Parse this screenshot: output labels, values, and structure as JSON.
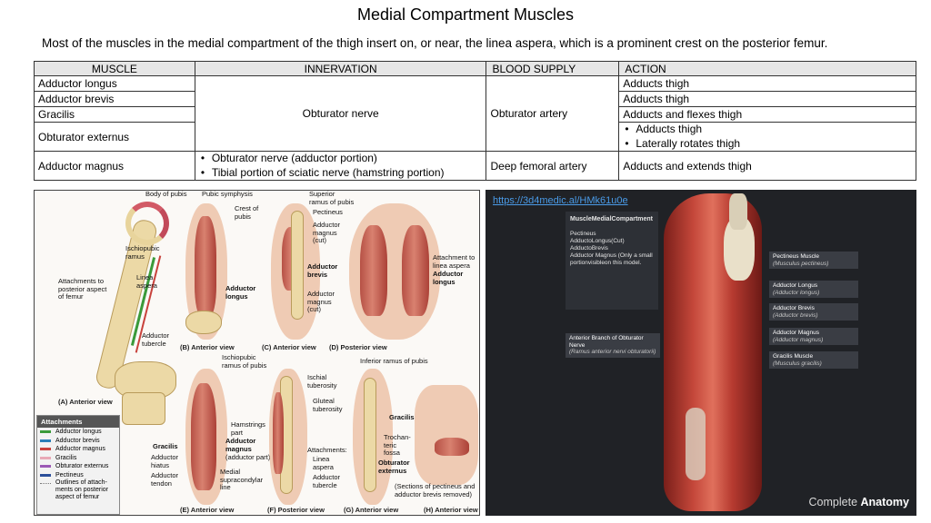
{
  "title": "Medial Compartment Muscles",
  "subtitle": "Most of the muscles in the medial compartment of the thigh insert on, or near, the linea aspera, which is a prominent crest on the posterior femur.",
  "table": {
    "headers": [
      "MUSCLE",
      "INNERVATION",
      "BLOOD SUPPLY",
      "ACTION"
    ],
    "muscles": [
      "Adductor longus",
      "Adductor brevis",
      "Gracilis",
      "Obturator externus",
      "Adductor magnus"
    ],
    "innervation_shared": "Obturator nerve",
    "innervation_magnus": [
      "Obturator nerve (adductor portion)",
      "Tibial portion of sciatic nerve (hamstring portion)"
    ],
    "blood_shared": "Obturator artery",
    "blood_magnus": "Deep femoral artery",
    "actions": [
      "Adducts thigh",
      "Adducts thigh",
      "Adducts and flexes thigh",
      "Adducts and extends thigh"
    ],
    "actions_externus": [
      "Adducts thigh",
      "Laterally rotates thigh"
    ]
  },
  "figure_left": {
    "labels": {
      "body_of_pubis": "Body of pubis",
      "ischiopubic_ramus": "Ischiopubic ramus",
      "attachments_posterior": "Attachments to posterior aspect of femur",
      "linea_aspera": "Linea aspera",
      "adductor_tubercle": "Adductor tubercle",
      "pubic_symphysis": "Pubic symphysis",
      "crest_of_pubis": "Crest of pubis",
      "adductor_longus_b": "Adductor longus",
      "superior_ramus": "Superior ramus of pubis",
      "pectineus": "Pectineus",
      "adductor_magnus_cut": "Adductor magnus (cut)",
      "adductor_brevis": "Adductor brevis",
      "adductor_magnus_cut2": "Adductor magnus (cut)",
      "attachment_linea": "Attachment to linea aspera",
      "adductor_longus_d": "Adductor longus",
      "ischiopubic_ramus_e": "Ischiopubic ramus of pubis",
      "ischial_tuberosity": "Ischial tuberosity",
      "gluteal_tuberosity": "Gluteal tuberosity",
      "hamstrings_part": "Hamstrings part",
      "adductor_magnus_e": "Adductor magnus",
      "adductor_part": "(adductor part)",
      "gracilis_e": "Gracilis",
      "adductor_hiatus": "Adductor hiatus",
      "adductor_tendon": "Adductor tendon",
      "medial_supracondylar": "Medial supracondylar line",
      "attachments_f": "Attachments:",
      "linea_aspera_f": "Linea aspera",
      "adductor_tubercle_f": "Adductor tubercle",
      "inferior_ramus": "Inferior ramus of pubis",
      "gracilis_g": "Gracilis",
      "trochanteric_fossa": "Trochan- teric fossa",
      "obturator_externus": "Obturator externus",
      "sections_note": "(Sections of pectineus and adductor brevis removed)"
    },
    "views": {
      "a": "(A) Anterior view",
      "b": "(B) Anterior view",
      "c": "(C) Anterior view",
      "d": "(D) Posterior view",
      "e": "(E) Anterior view",
      "f": "(F) Posterior view",
      "g": "(G) Anterior view",
      "h": "(H) Anterior view"
    },
    "legend": {
      "title": "Attachments",
      "items": [
        {
          "label": "Adductor longus",
          "color": "#3a9a3a"
        },
        {
          "label": "Adductor brevis",
          "color": "#2a7fb8"
        },
        {
          "label": "Adductor magnus",
          "color": "#c8423c"
        },
        {
          "label": "Gracilis",
          "color": "#e9a9b6"
        },
        {
          "label": "Obturator externus",
          "color": "#9b59b6"
        },
        {
          "label": "Pectineus",
          "color": "#2b4f9a"
        },
        {
          "label": "Outlines of attach- ments on posterior aspect of femur",
          "color": "#777777"
        }
      ]
    }
  },
  "figure_right": {
    "link": "https://3d4medic.al/HMk61u0e",
    "info_title": "MuscleMedialCompartment",
    "info_lines": [
      "Pectineus",
      "AdductoLongus(Cut)",
      "AdductoBrevis",
      "Adductor Magnus (Only a small portionvisibleon this model."
    ],
    "branch": {
      "name": "Anterior Branch of Obturator Nerve",
      "latin": "(Ramus anterior nervi obturatorii)"
    },
    "tags": [
      {
        "name": "Pectineus Muscle",
        "latin": "(Musculus pectineus)"
      },
      {
        "name": "Adductor Longus",
        "latin": "(Adductor longus)"
      },
      {
        "name": "Adductor Brevis",
        "latin": "(Adductor brevis)"
      },
      {
        "name": "Adductor Magnus",
        "latin": "(Adductor magnus)"
      },
      {
        "name": "Gracilis Muscle",
        "latin": "(Musculus gracilis)"
      }
    ],
    "watermark_prefix": "Complete",
    "watermark_brand": "Anatomy"
  }
}
